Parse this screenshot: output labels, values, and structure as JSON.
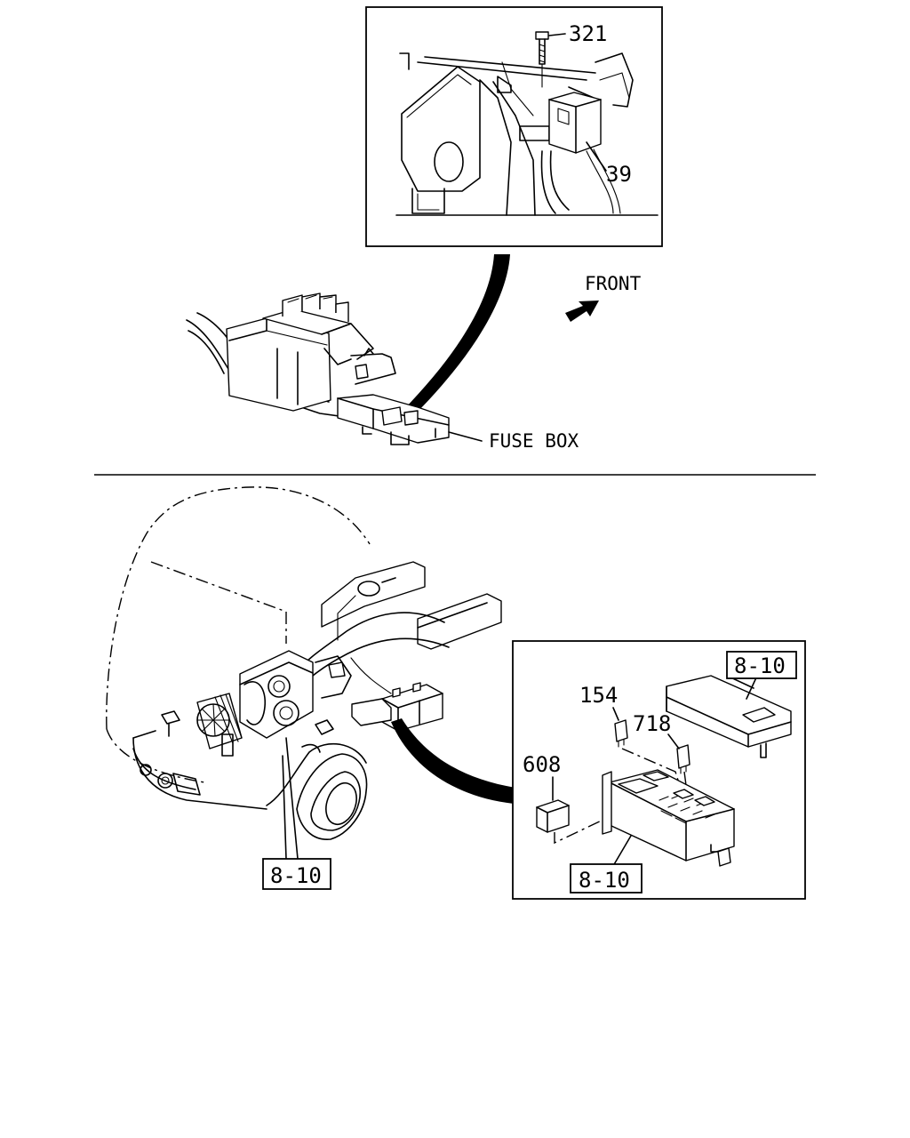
{
  "callouts": {
    "bolt": "321",
    "relay_top": "39",
    "relay_a": "154",
    "relay_b": "718",
    "relay_c": "608",
    "ref_cover": "8-10",
    "ref_box": "8-10",
    "ref_harness": "8-10"
  },
  "labels": {
    "front": "FRONT",
    "fuse_box": "FUSE BOX"
  }
}
